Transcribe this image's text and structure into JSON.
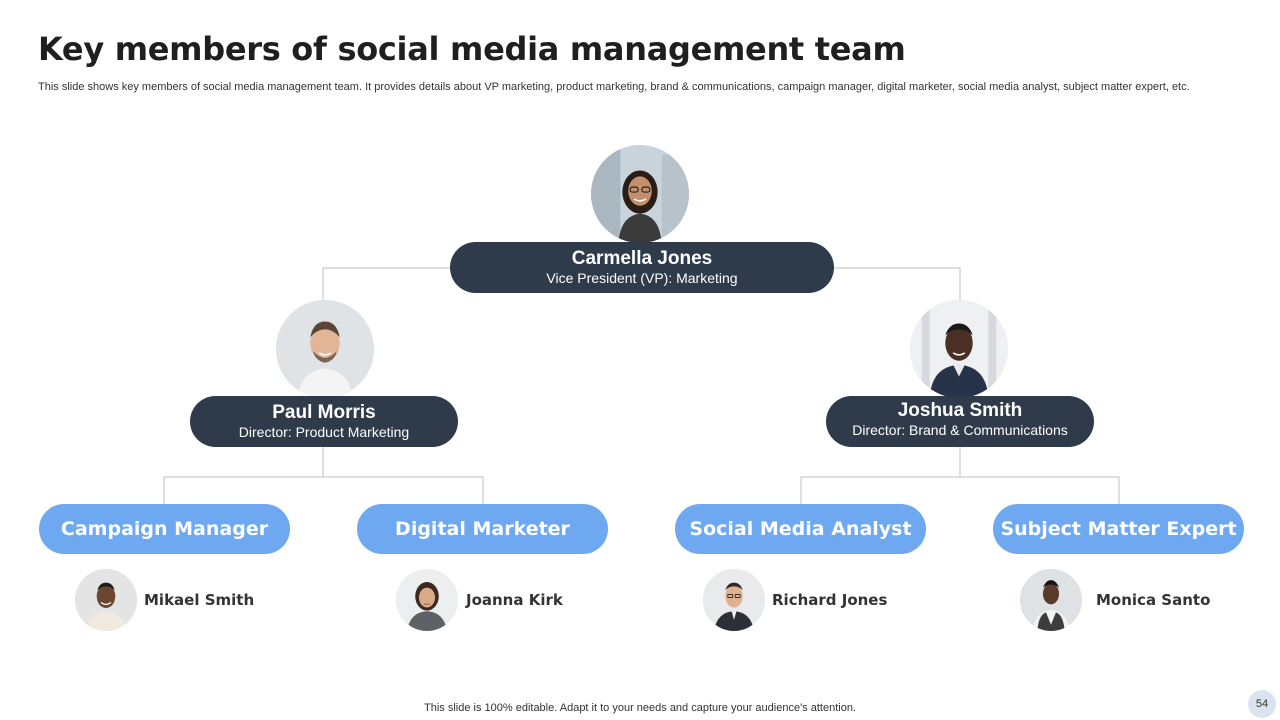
{
  "slide": {
    "title": "Key members of social media management team",
    "subtitle": "This slide shows key members of social media management team. It provides details about VP marketing, product marketing, brand & communications, campaign manager, digital marketer, social media analyst, subject matter expert,  etc.",
    "footer": "This slide is 100% editable. Adapt it to your needs and capture your audience's attention.",
    "page_number": "54"
  },
  "top": {
    "name": "Carmella Jones",
    "role": "Vice President (VP): Marketing"
  },
  "directors": [
    {
      "name": "Paul Morris",
      "role": "Director: Product Marketing"
    },
    {
      "name": "Joshua Smith",
      "role": "Director: Brand & Communications"
    }
  ],
  "teams": [
    {
      "role": "Campaign Manager",
      "member": "Mikael Smith"
    },
    {
      "role": "Digital Marketer",
      "member": "Joanna Kirk"
    },
    {
      "role": "Social Media Analyst",
      "member": "Richard Jones"
    },
    {
      "role": "Subject Matter Expert",
      "member": "Monica Santo"
    }
  ],
  "colors": {
    "dark_pill": "#2f3a4b",
    "blue_pill": "#6ea8f0",
    "connector": "#bfbfbf"
  }
}
